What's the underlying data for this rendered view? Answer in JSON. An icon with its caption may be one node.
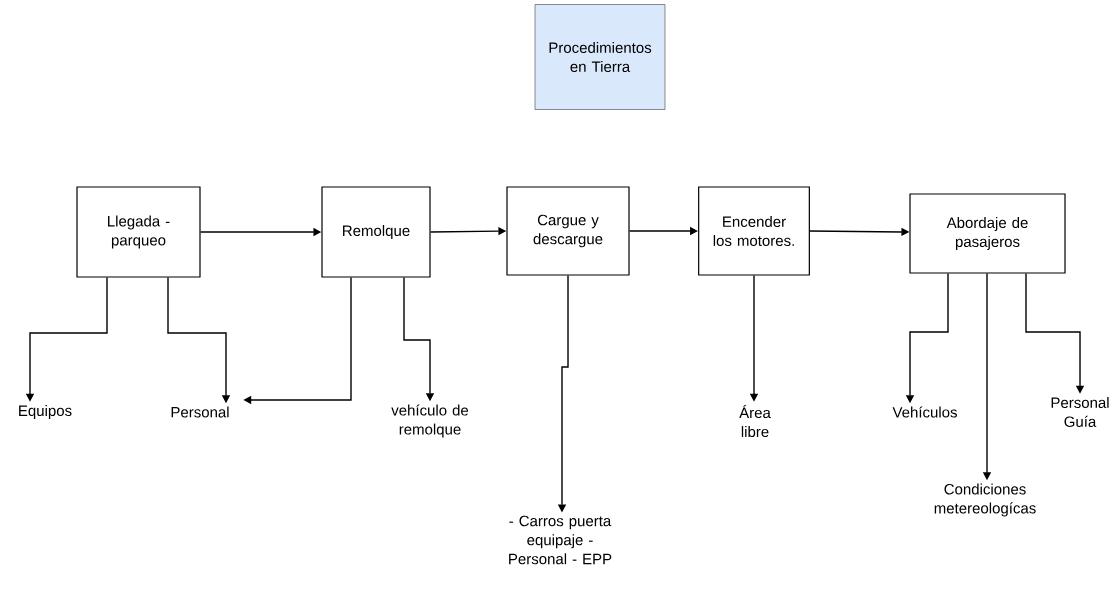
{
  "diagram": {
    "nodes": [
      {
        "text": [
          "Procedimientos en Tierra"
        ]
      },
      {
        "text": [
          "Llegada - parqueo"
        ]
      },
      {
        "text": [
          "Remolque"
        ]
      },
      {
        "text": [
          "Cargue y descargue"
        ]
      },
      {
        "text": [
          "Encender los motores."
        ]
      },
      {
        "text": [
          "Abordaje de pasajeros"
        ]
      },
      {
        "text": [
          "Equipos"
        ]
      },
      {
        "text": [
          "Personal"
        ]
      },
      {
        "text": [
          "vehículo de remolque"
        ]
      },
      {
        "text": [
          "- Carros puerta equipaje - Personal - EPP"
        ]
      },
      {
        "text": [
          "Área libre"
        ]
      },
      {
        "text": [
          "Vehículos"
        ]
      },
      {
        "text": [
          "Condiciones metereologícas"
        ]
      },
      {
        "text": [
          "Personal Guía"
        ]
      }
    ],
    "edges": [
      {
        "from": 1,
        "to": 2,
        "arrow": "to"
      },
      {
        "from": 2,
        "to": 3,
        "arrow": "to"
      },
      {
        "from": 3,
        "to": 4,
        "arrow": "to"
      },
      {
        "from": 4,
        "to": 5,
        "arrow": "to"
      },
      {
        "from": 1,
        "to": 6,
        "arrow": "to"
      },
      {
        "from": 1,
        "to": 7,
        "arrow": "to"
      },
      {
        "from": 2,
        "to": 7,
        "arrow": "to"
      },
      {
        "from": 2,
        "to": 8,
        "arrow": "to"
      },
      {
        "from": 3,
        "to": 9,
        "arrow": "to"
      },
      {
        "from": 4,
        "to": 10,
        "arrow": "to"
      },
      {
        "from": 5,
        "to": 11,
        "arrow": "to"
      },
      {
        "from": 5,
        "to": 12,
        "arrow": "to"
      },
      {
        "from": 5,
        "to": 13,
        "arrow": "to"
      }
    ]
  }
}
